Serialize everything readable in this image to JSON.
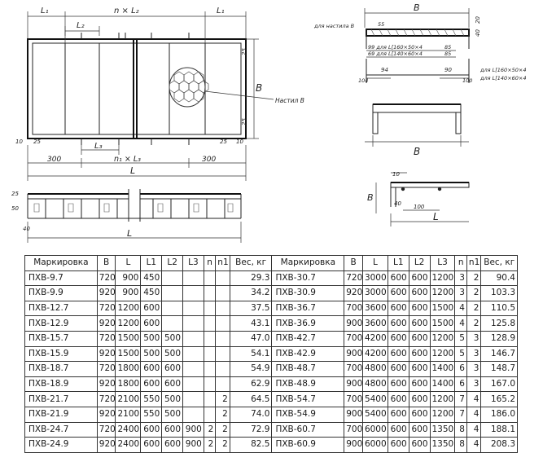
{
  "drawing": {
    "plan": {
      "dim_L1": "L₁",
      "dim_nL2": "n × L₂",
      "dim_L2": "L₂",
      "dim_L3": "L₃",
      "dim_n1L3": "n₁ × L₃",
      "dim_300_left": "300",
      "dim_300_right": "300",
      "dim_L": "L",
      "dim_B": "B",
      "dim_25_a": "25",
      "dim_25_b": "25",
      "dim_25_c": "25",
      "dim_25_d": "25",
      "dim_10_a": "10",
      "dim_10_b": "10",
      "callout": "Настил В"
    },
    "elevation": {
      "dim_25": "25",
      "dim_50": "50",
      "dim_40": "40",
      "dim_L": "L"
    },
    "section": {
      "dim_B": "B",
      "dim_20": "20",
      "dim_55": "55",
      "dim_40": "40",
      "dim_85a": "85",
      "dim_85b": "85",
      "dim_94": "94",
      "dim_90": "90",
      "dim_104": "104",
      "dim_100": "100",
      "note_decking": "для настила В",
      "note_a": "99 для L[160×50×4",
      "note_b": "69 для L[140×60×4",
      "note_c": "для L[160×50×4",
      "note_d": "для L[140×60×4"
    },
    "end_view": {
      "dim_B": "B"
    },
    "detail": {
      "dim_10": "10",
      "dim_40": "40",
      "dim_100": "100",
      "dim_B": "B",
      "dim_L": "L"
    }
  },
  "table": {
    "headers": [
      "Маркировка",
      "B",
      "L",
      "L1",
      "L2",
      "L3",
      "n",
      "n1",
      "Вес, кг",
      "Маркировка",
      "B",
      "L",
      "L1",
      "L2",
      "L3",
      "n",
      "n1",
      "Вес, кг"
    ],
    "rows": [
      [
        "ПХВ-9.7",
        "720",
        "900",
        "450",
        "",
        "",
        "",
        "",
        "29.3",
        "ПХВ-30.7",
        "720",
        "3000",
        "600",
        "600",
        "1200",
        "3",
        "2",
        "90.4"
      ],
      [
        "ПХВ-9.9",
        "920",
        "900",
        "450",
        "",
        "",
        "",
        "",
        "34.2",
        "ПХВ-30.9",
        "920",
        "3000",
        "600",
        "600",
        "1200",
        "3",
        "2",
        "103.3"
      ],
      [
        "ПХВ-12.7",
        "720",
        "1200",
        "600",
        "",
        "",
        "",
        "",
        "37.5",
        "ПХВ-36.7",
        "700",
        "3600",
        "600",
        "600",
        "1500",
        "4",
        "2",
        "110.5"
      ],
      [
        "ПХВ-12.9",
        "920",
        "1200",
        "600",
        "",
        "",
        "",
        "",
        "43.1",
        "ПХВ-36.9",
        "900",
        "3600",
        "600",
        "600",
        "1500",
        "4",
        "2",
        "125.8"
      ],
      [
        "ПХВ-15.7",
        "720",
        "1500",
        "500",
        "500",
        "",
        "",
        "",
        "47.0",
        "ПХВ-42.7",
        "700",
        "4200",
        "600",
        "600",
        "1200",
        "5",
        "3",
        "128.9"
      ],
      [
        "ПХВ-15.9",
        "920",
        "1500",
        "500",
        "500",
        "",
        "",
        "",
        "54.1",
        "ПХВ-42.9",
        "900",
        "4200",
        "600",
        "600",
        "1200",
        "5",
        "3",
        "146.7"
      ],
      [
        "ПХВ-18.7",
        "720",
        "1800",
        "600",
        "600",
        "",
        "",
        "",
        "54.9",
        "ПХВ-48.7",
        "700",
        "4800",
        "600",
        "600",
        "1400",
        "6",
        "3",
        "148.7"
      ],
      [
        "ПХВ-18.9",
        "920",
        "1800",
        "600",
        "600",
        "",
        "",
        "",
        "62.9",
        "ПХВ-48.9",
        "900",
        "4800",
        "600",
        "600",
        "1400",
        "6",
        "3",
        "167.0"
      ],
      [
        "ПХВ-21.7",
        "720",
        "2100",
        "550",
        "500",
        "",
        "",
        "2",
        "64.5",
        "ПХВ-54.7",
        "700",
        "5400",
        "600",
        "600",
        "1200",
        "7",
        "4",
        "165.2"
      ],
      [
        "ПХВ-21.9",
        "920",
        "2100",
        "550",
        "500",
        "",
        "",
        "2",
        "74.0",
        "ПХВ-54.9",
        "900",
        "5400",
        "600",
        "600",
        "1200",
        "7",
        "4",
        "186.0"
      ],
      [
        "ПХВ-24.7",
        "720",
        "2400",
        "600",
        "600",
        "900",
        "2",
        "2",
        "72.9",
        "ПХВ-60.7",
        "700",
        "6000",
        "600",
        "600",
        "1350",
        "8",
        "4",
        "188.1"
      ],
      [
        "ПХВ-24.9",
        "920",
        "2400",
        "600",
        "600",
        "900",
        "2",
        "2",
        "82.5",
        "ПХВ-60.9",
        "900",
        "6000",
        "600",
        "600",
        "1350",
        "8",
        "4",
        "208.3"
      ]
    ]
  }
}
